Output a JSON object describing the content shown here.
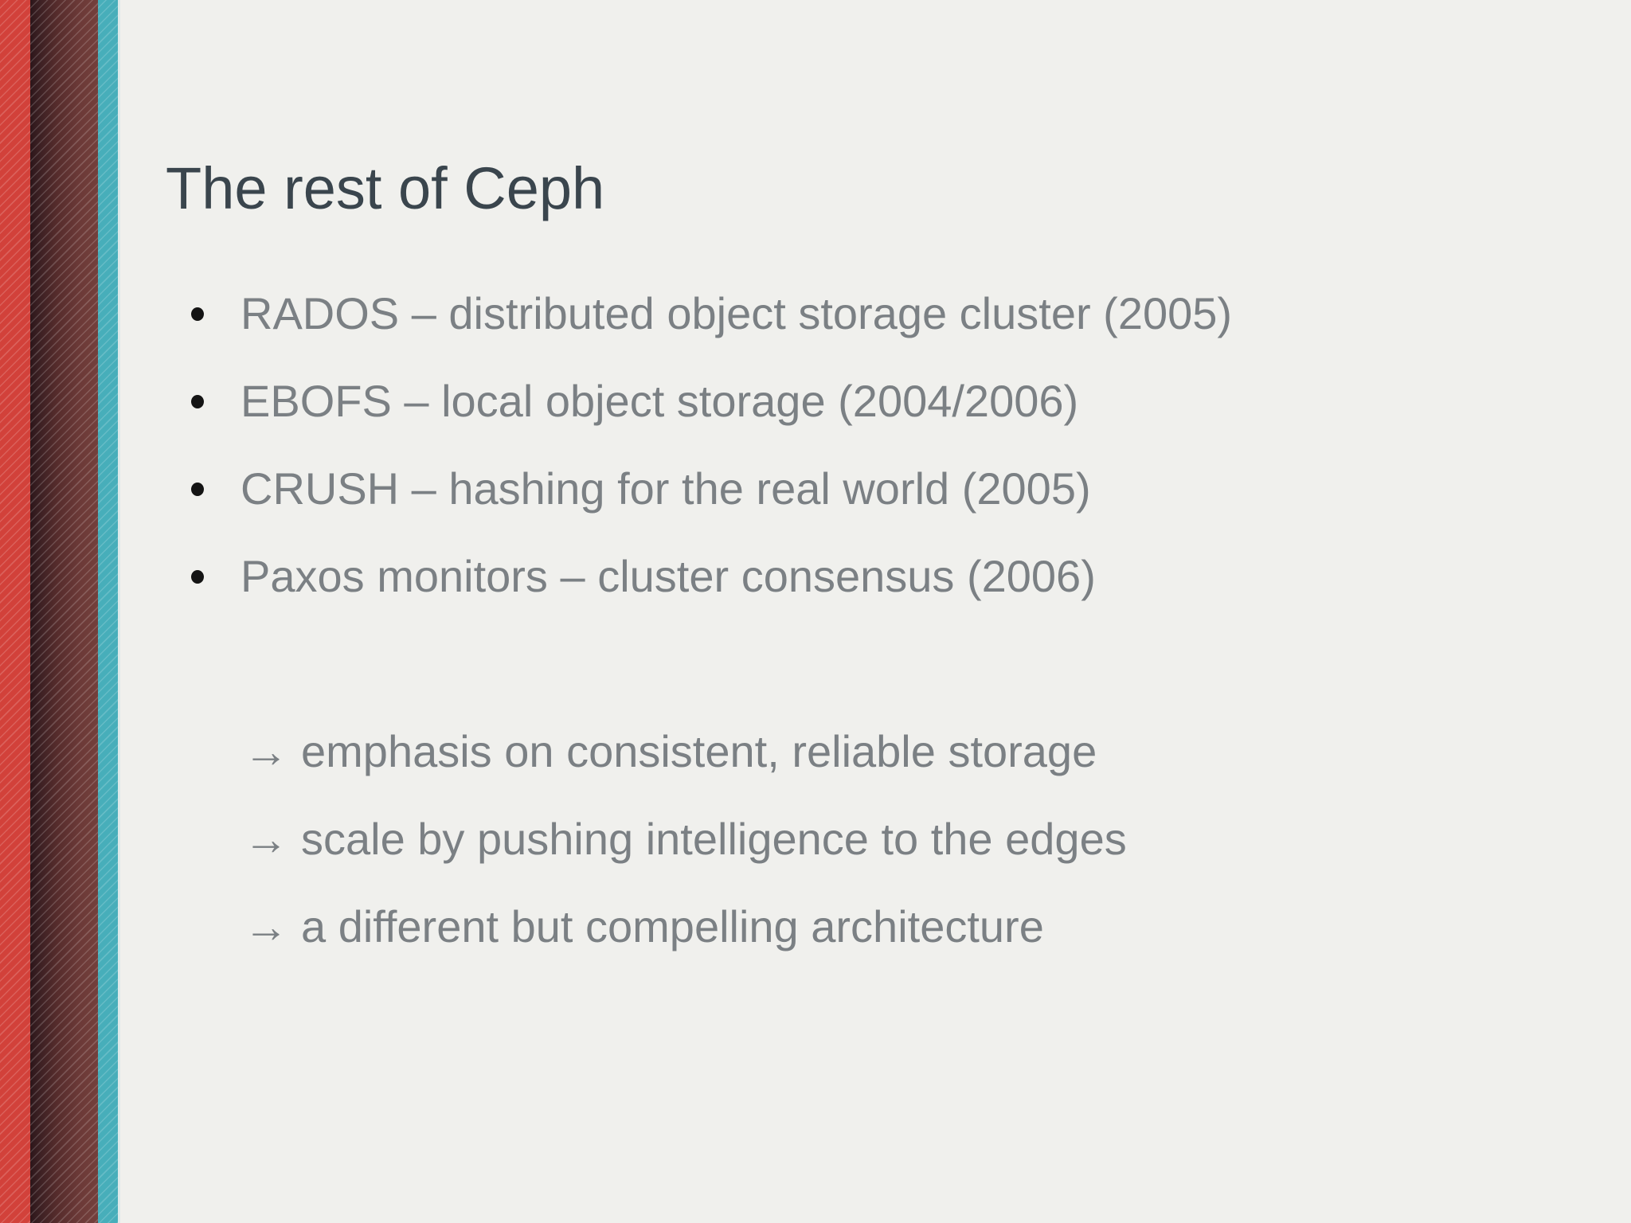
{
  "slide": {
    "title": "The rest of Ceph",
    "bullets": [
      "RADOS – distributed object storage cluster (2005)",
      "EBOFS – local object storage (2004/2006)",
      "CRUSH – hashing for the real world (2005)",
      "Paxos monitors – cluster consensus (2006)"
    ],
    "arrow_glyph": "→",
    "arrows": [
      "emphasis on consistent, reliable storage",
      "scale by pushing intelligence to the edges",
      "a different but compelling architecture"
    ],
    "colors": {
      "background": "#f0f0ed",
      "title_text": "#3a454d",
      "body_text": "#7b8084",
      "bullet_dot": "#141414",
      "stripe_red": "#d2413a",
      "stripe_maroon_dark": "#2c161a",
      "stripe_maroon_light": "#74403c",
      "stripe_teal": "#47aeba"
    }
  }
}
